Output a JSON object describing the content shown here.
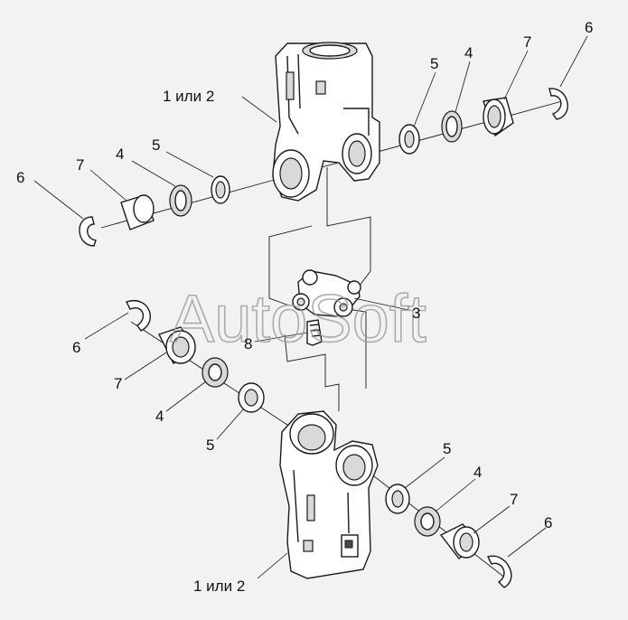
{
  "watermark": "AutoSoft",
  "labels": {
    "l1_top": "1 или 2",
    "l1_bottom": "1 или 2",
    "l3": "3",
    "l8": "8",
    "l4_tr": "4",
    "l5_tr": "5",
    "l6_tr": "6",
    "l7_tr": "7",
    "l4_tl": "4",
    "l5_tl": "5",
    "l6_tl": "6",
    "l7_tl": "7",
    "l4_ml": "4",
    "l5_ml": "5",
    "l6_ml": "6",
    "l7_ml": "7",
    "l4_br": "4",
    "l5_br": "5",
    "l6_br": "6",
    "l7_br": "7"
  },
  "colors": {
    "line": "#1a1a1a",
    "background": "#f2f2f2",
    "watermark": "#9a9a9a"
  }
}
